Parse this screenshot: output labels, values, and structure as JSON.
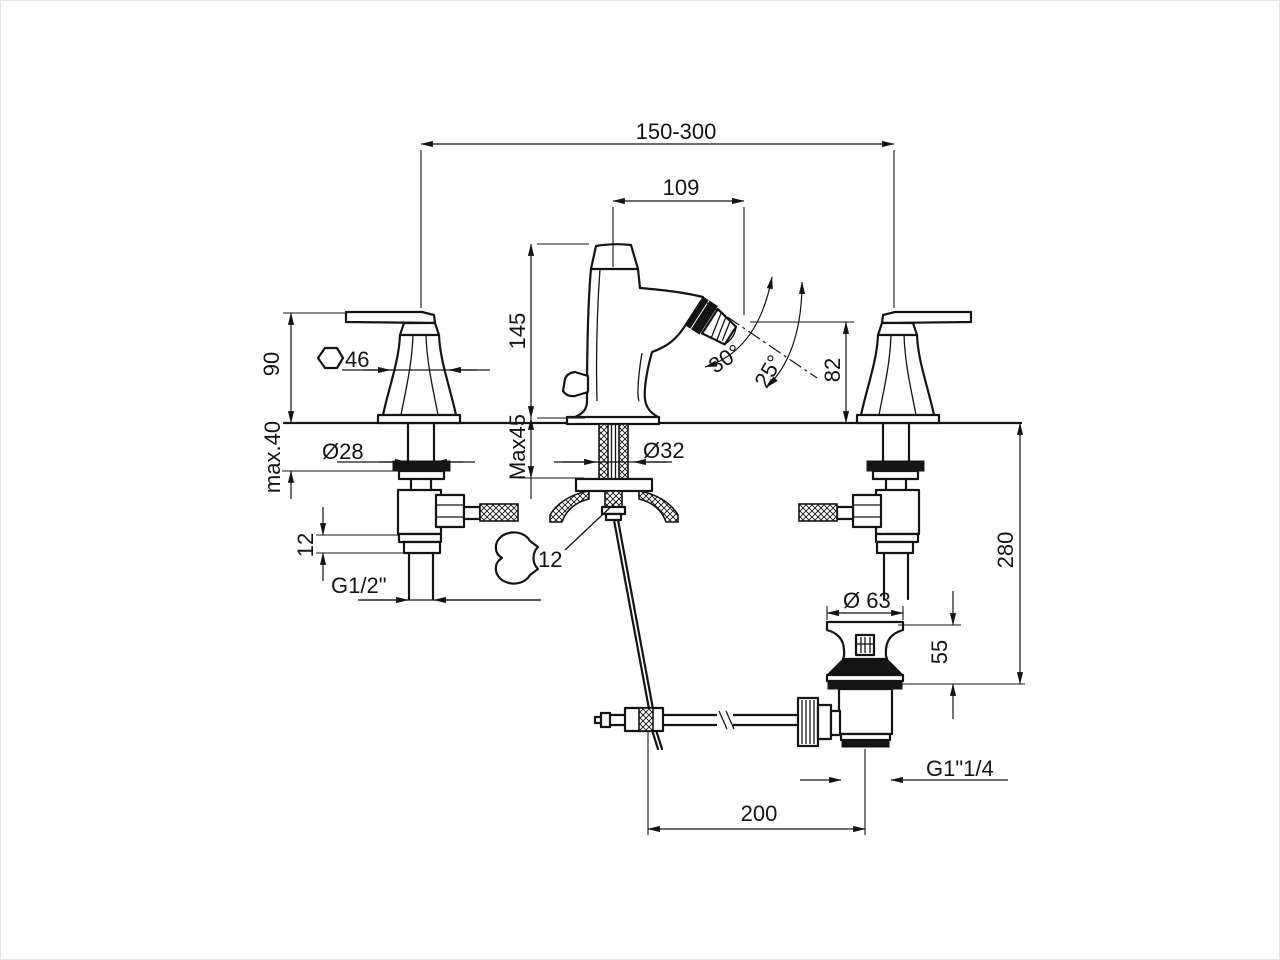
{
  "page": {
    "background": "#ffffff",
    "line_color": "#141414"
  },
  "drawing": {
    "kind": "technical-dimension-drawing",
    "labels": {
      "spread": "150-300",
      "spout_reach": "109",
      "body_height": "145",
      "handle_height": "90",
      "max_deck_handle": "max.40",
      "handle_width": "46",
      "handle_hole_dia": "Ø28",
      "max_deck_center": "Max45",
      "center_hole_dia": "Ø32",
      "angle_inner": "30°",
      "angle_outer": "25°",
      "spout_height": "82",
      "ring_height": "12",
      "wrench_size": "12",
      "supply_thread": "G1/2\"",
      "depth": "280",
      "waste_flange_dia": "Ø 63",
      "waste_above_deck": "55",
      "waste_thread": "G1\"1/4",
      "rod_to_waste": "200"
    },
    "icons": [
      "hex-nut-icon",
      "wrench-icon"
    ]
  }
}
